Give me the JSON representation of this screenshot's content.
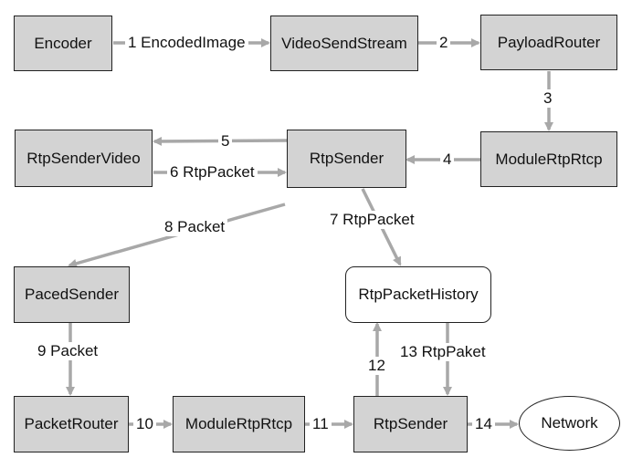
{
  "colors": {
    "node_fill": "#d3d3d3",
    "edge": "#a8a8a8",
    "border": "#222222"
  },
  "nodes": {
    "encoder": "Encoder",
    "video_send_stream": "VideoSendStream",
    "payload_router": "PayloadRouter",
    "rtp_sender_video": "RtpSenderVideo",
    "rtp_sender_top": "RtpSender",
    "module_rtp_rtcp_top": "ModuleRtpRtcp",
    "paced_sender": "PacedSender",
    "rtp_packet_history": "RtpPacketHistory",
    "packet_router": "PacketRouter",
    "module_rtp_rtcp_bottom": "ModuleRtpRtcp",
    "rtp_sender_bottom": "RtpSender",
    "network": "Network"
  },
  "edges": {
    "e1": "1 EncodedImage",
    "e2": "2",
    "e3": "3",
    "e4": "4",
    "e5": "5",
    "e6": "6 RtpPacket",
    "e7": "7 RtpPacket",
    "e8": "8 Packet",
    "e9": "9 Packet",
    "e10": "10",
    "e11": "11",
    "e12": "12",
    "e13": "13 RtpPaket",
    "e14": "14"
  }
}
